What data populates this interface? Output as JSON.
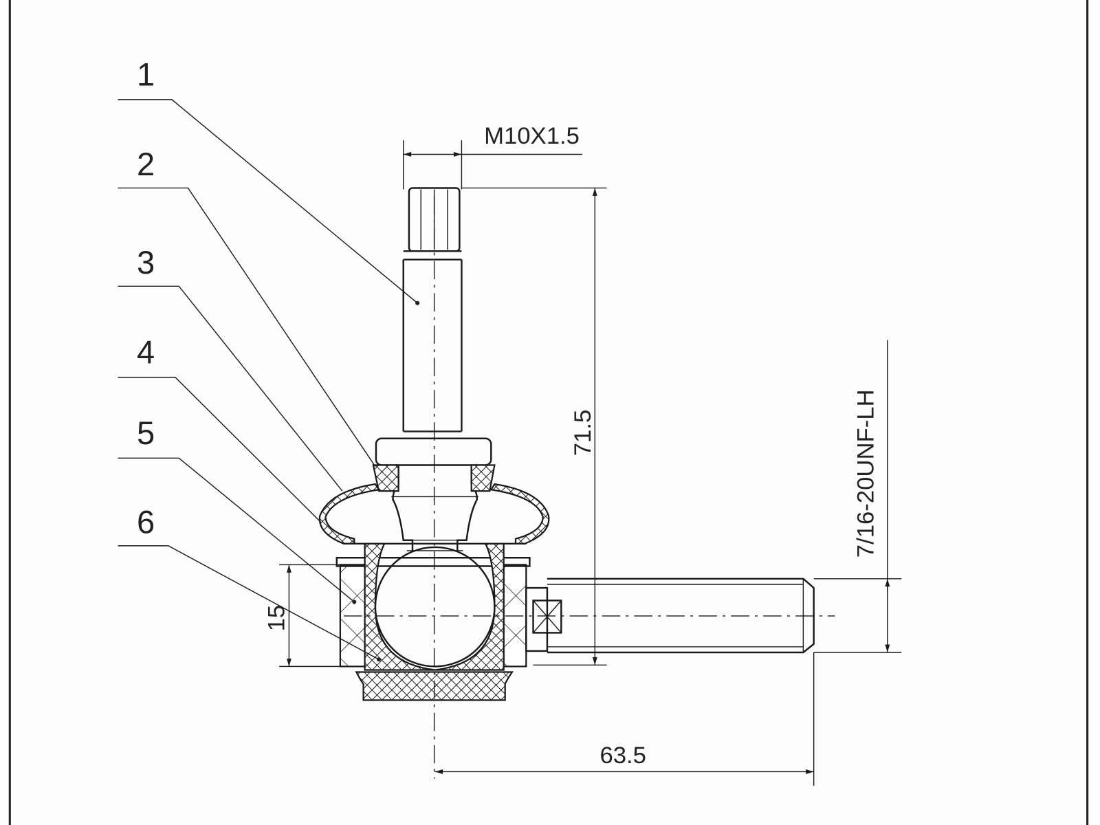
{
  "drawing": {
    "part_numbers": [
      "1",
      "2",
      "3",
      "4",
      "5",
      "6"
    ],
    "dimensions": {
      "thread_stud": "M10X1.5",
      "height": "71.5",
      "housing_height": "15",
      "length": "63.5",
      "thread_shank": "7/16-20UNF-LH"
    }
  }
}
